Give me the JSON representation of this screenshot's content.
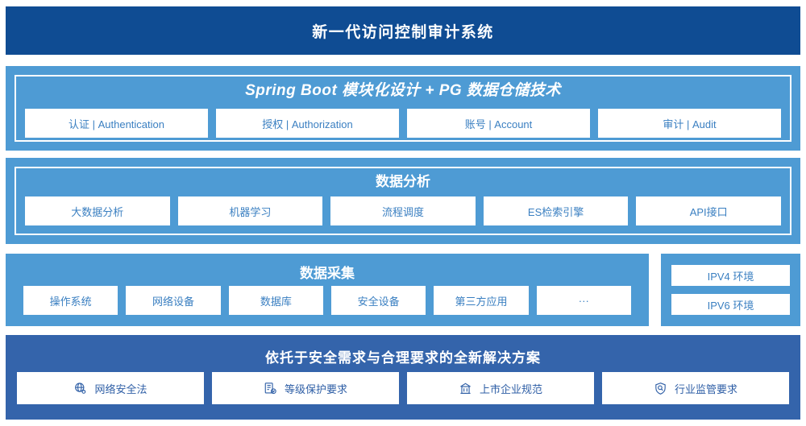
{
  "header": {
    "title": "新一代访问控制审计系统"
  },
  "colors": {
    "header_bg": "#0f4c93",
    "panel_light": "#4e9bd4",
    "panel_dark": "#3464ab",
    "card_bg": "#ffffff",
    "card_text": "#3a7fc1",
    "card_text_dark": "#2f5fa6",
    "page_bg": "#ffffff"
  },
  "sections": {
    "springboot": {
      "title": "Spring Boot 模块化设计 + PG 数据仓储技术",
      "cards": [
        "认证 | Authentication",
        "授权 | Authorization",
        "账号 | Account",
        "审计 | Audit"
      ]
    },
    "analysis": {
      "title": "数据分析",
      "cards": [
        "大数据分析",
        "机器学习",
        "流程调度",
        "ES检索引擎",
        "API接口"
      ]
    },
    "collect": {
      "title": "数据采集",
      "cards": [
        "操作系统",
        "网络设备",
        "数据库",
        "安全设备",
        "第三方应用",
        "···"
      ]
    },
    "environment": {
      "cards": [
        "IPV4 环境",
        "IPV6 环境"
      ]
    },
    "solution": {
      "title": "依托于安全需求与合理要求的全新解决方案",
      "cards": [
        {
          "icon": "globe-network-icon",
          "label": "网络安全法"
        },
        {
          "icon": "document-check-icon",
          "label": "等级保护要求"
        },
        {
          "icon": "bank-building-icon",
          "label": "上市企业规范"
        },
        {
          "icon": "shield-search-icon",
          "label": "行业监管要求"
        }
      ]
    }
  }
}
